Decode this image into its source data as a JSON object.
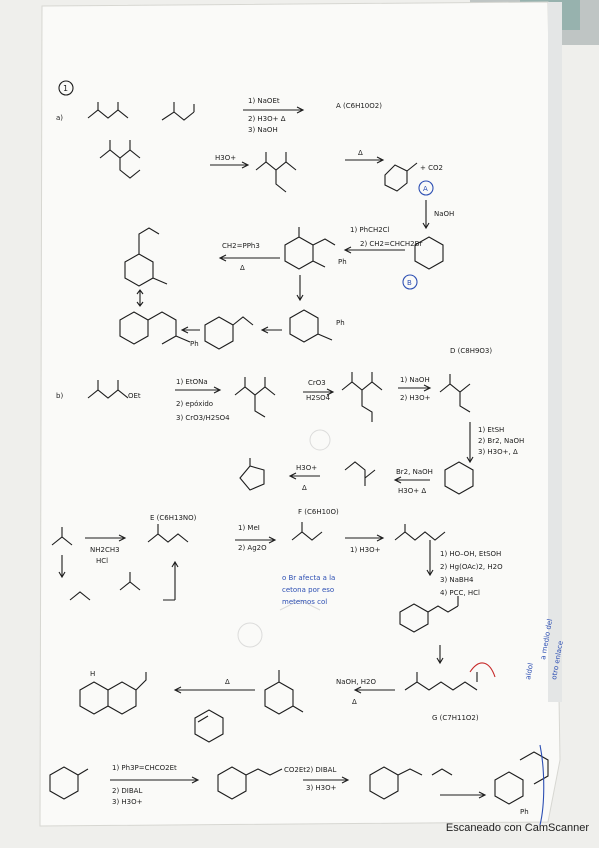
{
  "footer": {
    "scanner_label": "Escaneado con CamScanner"
  },
  "notes": {
    "problem_number": "1",
    "part_a": "a)",
    "reagents_a1": [
      "1) NaOEt",
      "2) H3O+ Δ",
      "3) NaOH"
    ],
    "product_a": "A (C6H10O2)",
    "hydrolysis": "H3O+",
    "heat": "Δ",
    "co2": "+ CO2",
    "label_A": "A",
    "label_B": "B",
    "naoh": "NaOH",
    "reagents_B": [
      "1) PhCH2Cl",
      "2) CH2=CHCH2Br"
    ],
    "wittig": "CH2=PPh3",
    "ph": "Ph",
    "label_D": "D (C8H9O3)",
    "part_b": "b)",
    "ester_b": "OEt",
    "reagents_b1": [
      "1) EtONa",
      "2) epóxido",
      "3) CrO3/H2SO4"
    ],
    "cro3": "CrO3",
    "h2so4": "H2SO4",
    "reagents_b2": [
      "1) NaOH",
      "2) H3O+"
    ],
    "reagents_b3": [
      "1) EtSH",
      "2) Br2, NaOH",
      "3) H3O+, Δ"
    ],
    "br2_naoh": "Br2, NaOH",
    "h3o_heat": "H3O+ Δ",
    "label_E": "E (C6H13NO)",
    "reagents_c1": [
      "1) MeI",
      "2) Ag2O"
    ],
    "label_F": "F (C6H10O)",
    "reagents_c2": [
      "1) H3O+"
    ],
    "mannich_reag": [
      "NH2CH3",
      "HCl"
    ],
    "note_blue": [
      "o Br afecta a la",
      "cetona por eso",
      "metemos col"
    ],
    "reagents_c3": [
      "1) HO–OH, EtSOH",
      "2) Hg(OAc)2, H2O",
      "3) NaBH4",
      "4) PCC, HCl"
    ],
    "naoh_h2o": "NaOH, H2O",
    "label_G": "G (C7H11O2)",
    "label_HR": "H",
    "side_note": [
      "aldol",
      "a medio del",
      "otro enlace"
    ],
    "reagents_d1": [
      "1) Ph3P=CHCO2Et",
      "2) DIBAL",
      "3) H3O+"
    ],
    "coet": "CO2Et",
    "reagents_d2": [
      "2) DIBAL",
      "3) H3O+"
    ]
  }
}
